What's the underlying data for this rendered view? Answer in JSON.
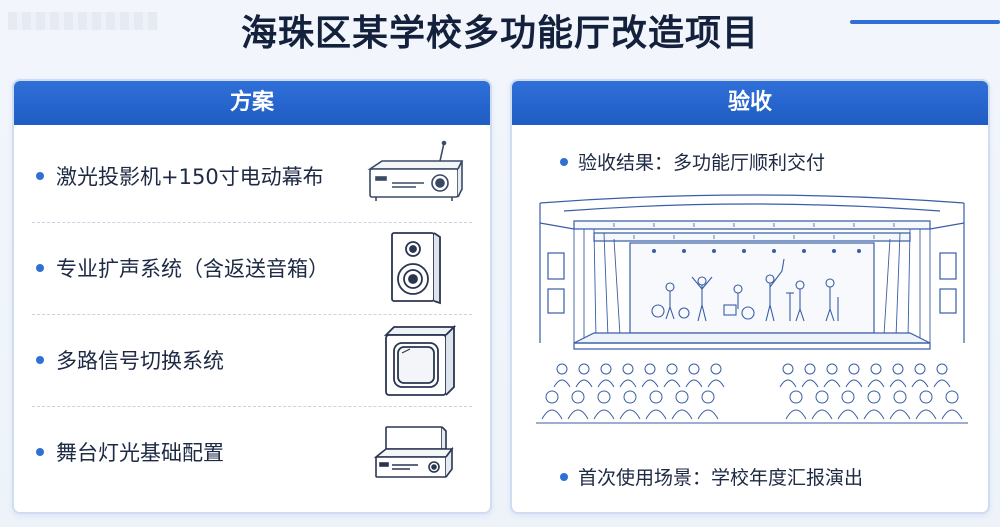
{
  "title": "海珠区某学校多功能厅改造项目",
  "left_panel": {
    "header": "方案",
    "items": [
      {
        "label": "激光投影机+150寸电动幕布",
        "icon": "laser-projector-icon"
      },
      {
        "label": "专业扩声系统（含返送音箱）",
        "icon": "speaker-icon"
      },
      {
        "label": "多路信号切换系统",
        "icon": "subwoofer-icon"
      },
      {
        "label": "舞台灯光基础配置",
        "icon": "lighting-console-icon"
      }
    ]
  },
  "right_panel": {
    "header": "验收",
    "result": "验收结果：多功能厅顺利交付",
    "scene": "首次使用场景：学校年度汇报演出",
    "illustration": "auditorium-performance-illustration"
  },
  "colors": {
    "accent": "#2f6fd6",
    "header_bg": "#2166cf",
    "line_art": "#3a5ea6",
    "text": "#1d2a44"
  }
}
